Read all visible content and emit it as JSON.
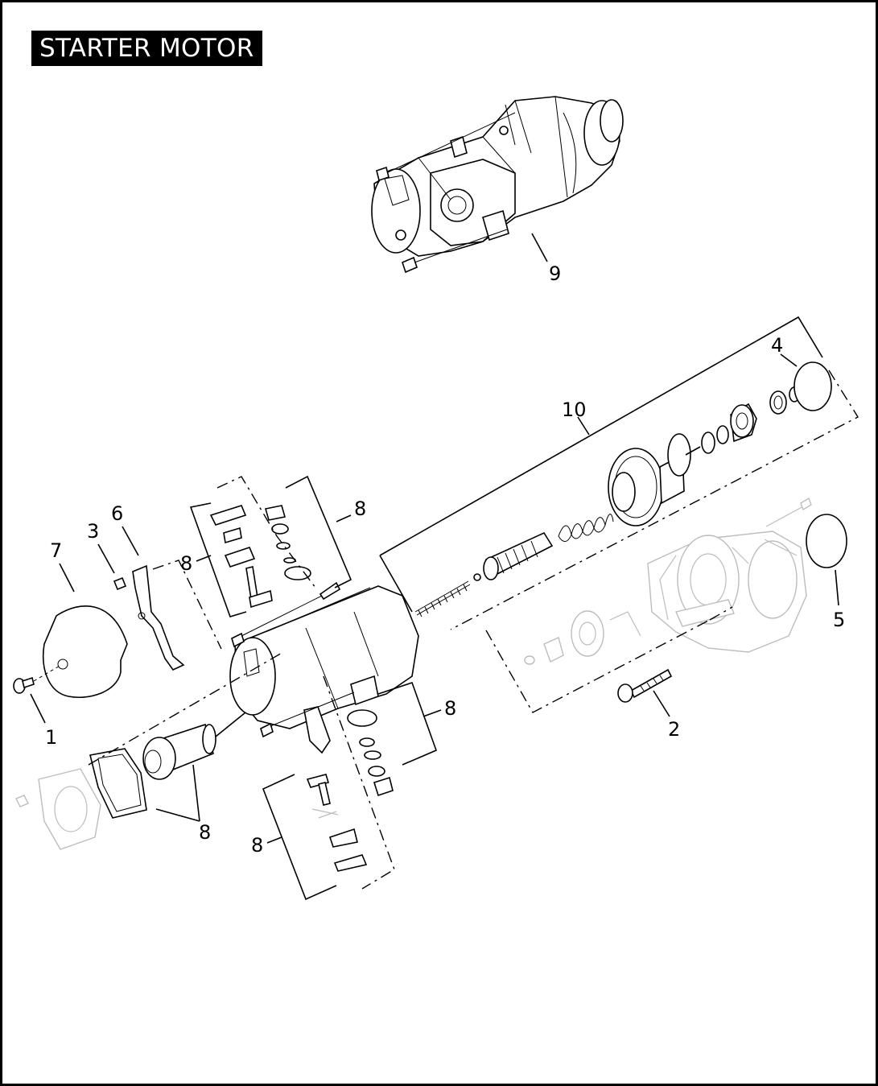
{
  "title": "STARTER MOTOR",
  "callouts": {
    "c1": "1",
    "c2": "2",
    "c3": "3",
    "c4": "4",
    "c5": "5",
    "c6": "6",
    "c7": "7",
    "c8a": "8",
    "c8b": "8",
    "c8c": "8",
    "c8d": "8",
    "c8e": "8",
    "c9": "9",
    "c10": "10"
  }
}
